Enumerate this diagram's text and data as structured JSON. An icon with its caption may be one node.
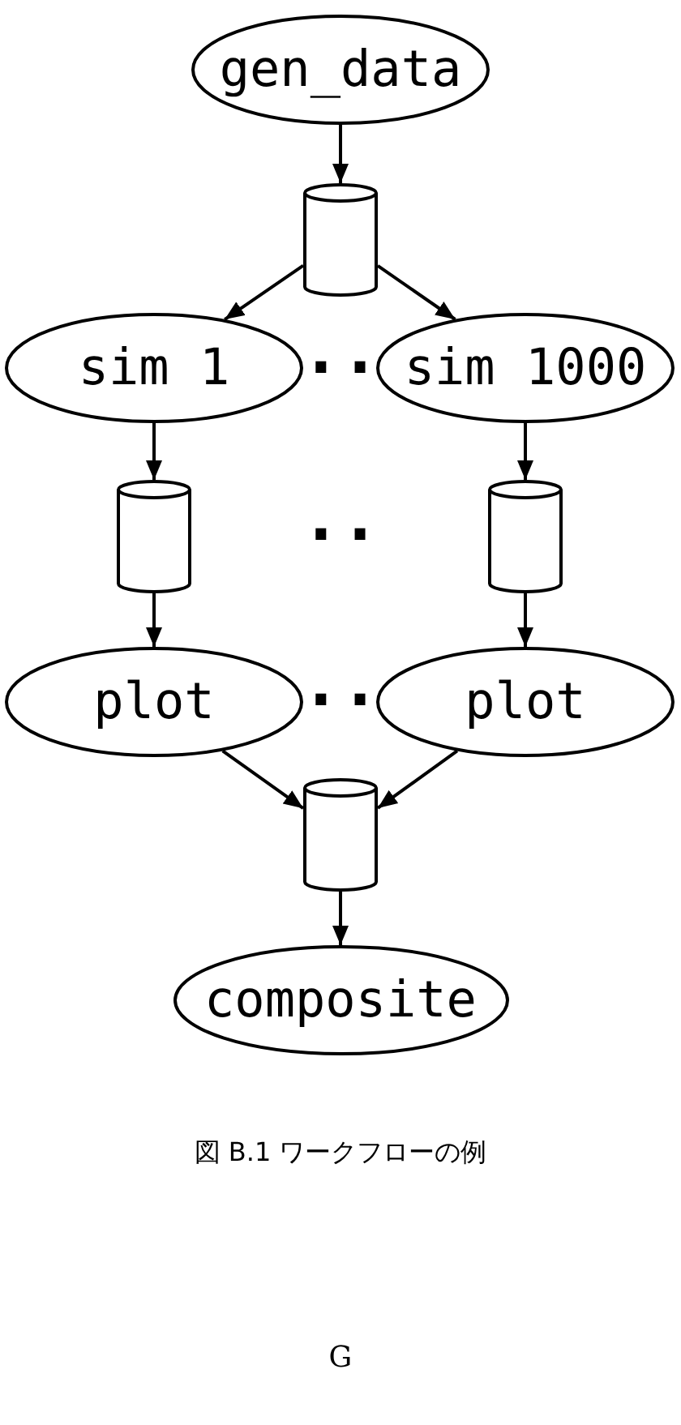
{
  "diagram": {
    "caption": "図 B.1 ワークフローの例",
    "nodes": [
      {
        "text": [
          "gen_data"
        ]
      },
      {
        "text": [],
        "shape": "cylinder"
      },
      {
        "text": [
          "sim 1"
        ]
      },
      {
        "text": [
          "sim 1000"
        ]
      },
      {
        "text": [],
        "shape": "cylinder"
      },
      {
        "text": [],
        "shape": "cylinder"
      },
      {
        "text": [
          "plot"
        ]
      },
      {
        "text": [
          "plot"
        ]
      },
      {
        "text": [],
        "shape": "cylinder"
      },
      {
        "text": [
          "composite"
        ]
      }
    ],
    "edges": [
      {
        "from": 0,
        "to": 1,
        "arrow": "to"
      },
      {
        "from": 1,
        "to": 2,
        "arrow": "to"
      },
      {
        "from": 1,
        "to": 3,
        "arrow": "to"
      },
      {
        "from": 2,
        "to": 4,
        "arrow": "to"
      },
      {
        "from": 3,
        "to": 5,
        "arrow": "to"
      },
      {
        "from": 4,
        "to": 6,
        "arrow": "to"
      },
      {
        "from": 5,
        "to": 7,
        "arrow": "to"
      },
      {
        "from": 6,
        "to": 8,
        "arrow": "to"
      },
      {
        "from": 7,
        "to": 8,
        "arrow": "to"
      },
      {
        "from": 8,
        "to": 9,
        "arrow": "to"
      }
    ],
    "labels": [
      "..",
      "..",
      "..",
      "G"
    ]
  }
}
